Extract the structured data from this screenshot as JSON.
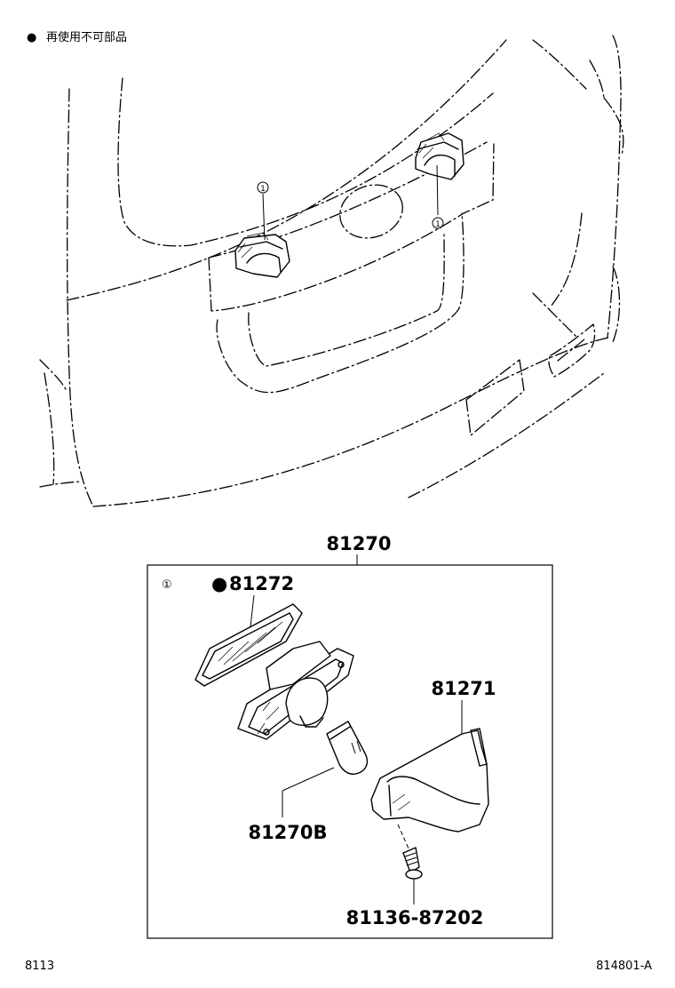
{
  "legend": {
    "marker": "●",
    "text": "再使用不可部品"
  },
  "callouts": {
    "ref_marker": "①",
    "assembly": "81270",
    "lens": "81272",
    "lens_mark": "●",
    "housing": "81271",
    "bulb": "81270B",
    "screw": "81136-87202"
  },
  "footer": {
    "left": "8113",
    "right": "814801-A"
  }
}
